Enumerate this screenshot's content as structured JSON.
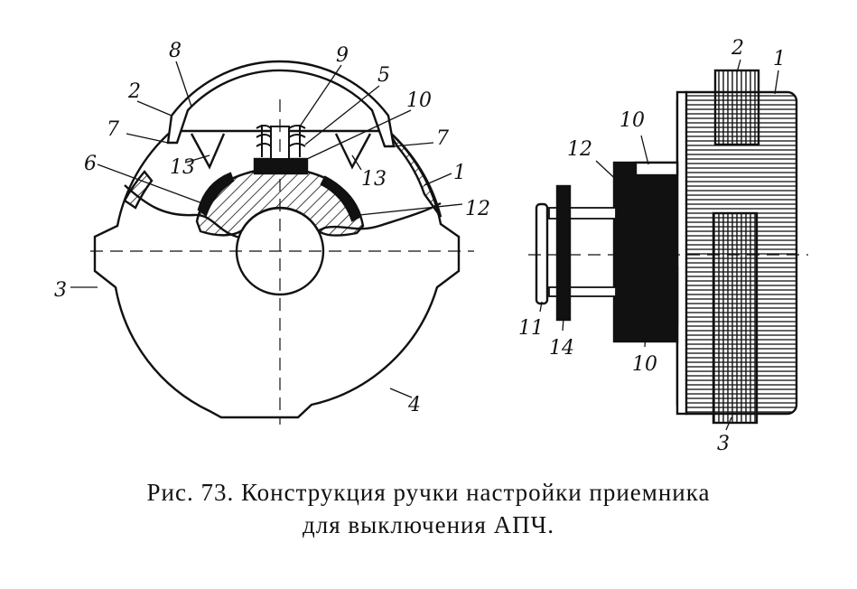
{
  "figure": {
    "caption_line1": "Рис. 73. Конструкция ручки настройки приемника",
    "caption_line2": "для выключения АПЧ.",
    "left_view_labels": {
      "l8": "8",
      "l9": "9",
      "l5": "5",
      "l10": "10",
      "l2": "2",
      "l7a": "7",
      "l7b": "7",
      "l6": "6",
      "l13a": "13",
      "l13b": "13",
      "l1": "1",
      "l12": "12",
      "l3": "3",
      "l4": "4"
    },
    "right_view_labels": {
      "r2": "2",
      "r1": "1",
      "r10a": "10",
      "r12": "12",
      "r11": "11",
      "r14": "14",
      "r10b": "10",
      "r3": "3"
    },
    "colors": {
      "ink": "#111111",
      "paper": "#ffffff"
    }
  }
}
